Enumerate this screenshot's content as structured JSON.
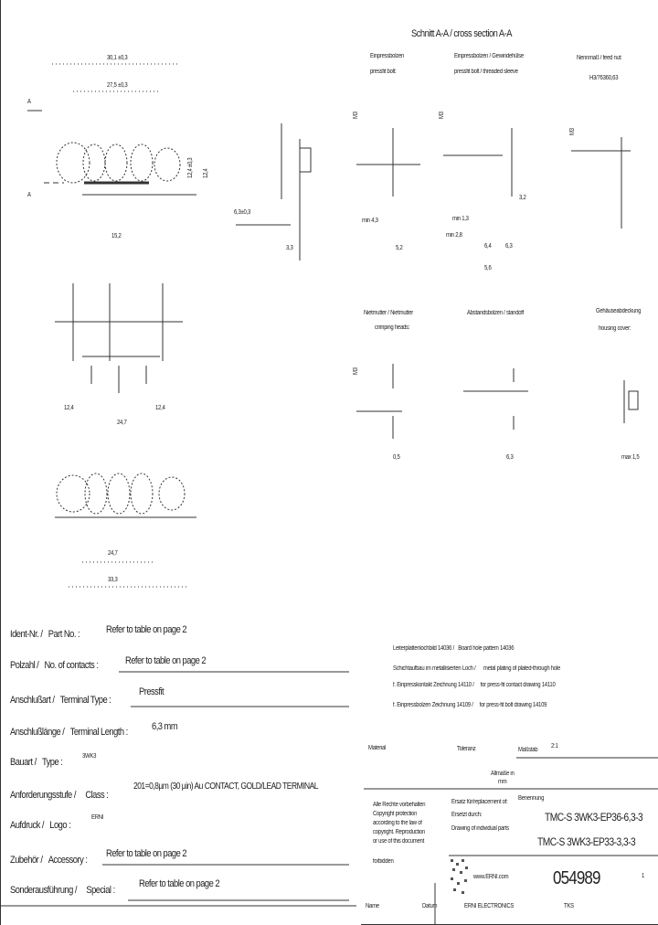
{
  "drawing": {
    "section_title": "Schnitt A-A / cross section A-A",
    "section_marker": "A",
    "dims_front": [
      "30,1 ±0,3",
      "27,5 ±0,3",
      "15,2",
      "12,4 ±0,3",
      "12,4"
    ],
    "dims_side": [
      "6,3±0,3",
      "3,3"
    ],
    "dims_bottom": [
      "12,4",
      "24,7",
      "12,4",
      "24,7",
      "33,3"
    ],
    "col1": {
      "title": "Einpressbolzen",
      "subtitle": "pressfit bolt:",
      "dims": [
        "M3",
        "min 4,3",
        "5,2"
      ]
    },
    "col2": {
      "title": "Einpressbolzen / Gewindehülse",
      "subtitle": "pressfit bolt / threaded sleeve",
      "dims": [
        "M3",
        "min 1,3",
        "min 2,8",
        "6,4",
        "6,3",
        "5,6",
        "3,2"
      ]
    },
    "col3": {
      "title": "Nennmaß / feed nut:",
      "subtitle": "H3/76360,63",
      "dims": [
        "M3"
      ]
    },
    "col4": {
      "title": "Nietmutter / Nietmutter",
      "subtitle": "crimping heads:",
      "dims": [
        "M3",
        "0,5"
      ]
    },
    "col5": {
      "title": "Abstandsbolzen / standoff",
      "dims": [
        "6,3"
      ]
    },
    "col6": {
      "title": "Gehäuseabdeckung",
      "subtitle": "housing cover:",
      "dims": [
        "max 1,5"
      ]
    }
  },
  "specs": [
    {
      "de": "Ident-Nr. /",
      "en": "Part No. :",
      "value": "Refer to table on page 2"
    },
    {
      "de": "Polzahl /",
      "en": "No. of contacts :",
      "value": "Refer to table on page 2"
    },
    {
      "de": "Anschlußart /",
      "en": "Terminal Type :",
      "value": "Pressfit"
    },
    {
      "de": "Anschlußlänge /",
      "en": "Terminal Length :",
      "value": "6,3 mm"
    },
    {
      "de": "Bauart /",
      "en": "Type :",
      "value": "3WK3"
    },
    {
      "de": "Anforderungsstufe /",
      "en": "Class :",
      "value": "201=0,8µm (30 µin) Au CONTACT, GOLD/LEAD TERMINAL"
    },
    {
      "de": "Aufdruck /",
      "en": "Logo :",
      "value": "ERNI"
    },
    {
      "de": "Zubehör /",
      "en": "Accessory :",
      "value": "Refer to table on page 2"
    },
    {
      "de": "Sonderausführung /",
      "en": "Special :",
      "value": "Refer to table on page 2"
    }
  ],
  "notes": [
    {
      "de": "Leiterplattenlochbild 14036 /",
      "en": "Board hole pattern 14036"
    },
    {
      "de": "Schichtaufbau im metallisierten Loch /",
      "en": "metal plating of plated-through hole"
    },
    {
      "de": "f. Einpresskontakt Zeichnung 14110 /",
      "en": "for press-fit contact drawing 14110"
    },
    {
      "de": "f. Einpressbolzen Zeichnung 14109 /",
      "en": "for press-fit bolt drawing 14109"
    }
  ],
  "title_block": {
    "material": "Material",
    "tolerance": "Toleranz",
    "scale_label": "Maßstab",
    "scale_value": "2:1",
    "dimensions": "Allmaße in",
    "unit": "mm",
    "rights": [
      "Alle Rechte vorbehalten",
      "Copyright protection",
      "according to the law of",
      "copyright. Reproduction",
      "or use of this document",
      "forbidden"
    ],
    "replaces": [
      "Ersatz für/replacement of:",
      "Ersetzt durch:",
      "Drawing of individual parts"
    ],
    "name_label": "Name",
    "date_label": "Datum",
    "doc_title_label": "Benennung",
    "product_1": "TMC-S 3WK3-EP36-6,3-3",
    "product_2": "TMC-S 3WK3-EP33-3,3-3",
    "website": "www.ERNI.com",
    "drawing_number": "054989",
    "sheet": "1",
    "company": "ERNI ELECTRONICS",
    "code": "TKS"
  }
}
